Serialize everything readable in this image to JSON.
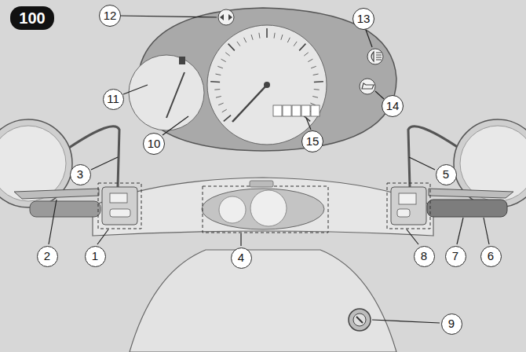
{
  "diagram": {
    "nodes": [
      {
        "text": [
          "100"
        ]
      },
      {
        "text": [
          "12"
        ]
      },
      {
        "text": [
          "13"
        ]
      },
      {
        "text": [
          "11"
        ]
      },
      {
        "text": [
          "14"
        ]
      },
      {
        "text": [
          "15"
        ]
      },
      {
        "text": [
          "10"
        ]
      },
      {
        "text": [
          "3"
        ]
      },
      {
        "text": [
          "5"
        ]
      },
      {
        "text": [
          "2"
        ]
      },
      {
        "text": [
          "1"
        ]
      },
      {
        "text": [
          "4"
        ]
      },
      {
        "text": [
          "8"
        ]
      },
      {
        "text": [
          "7"
        ]
      },
      {
        "text": [
          "6"
        ]
      },
      {
        "text": [
          "9"
        ]
      }
    ]
  }
}
